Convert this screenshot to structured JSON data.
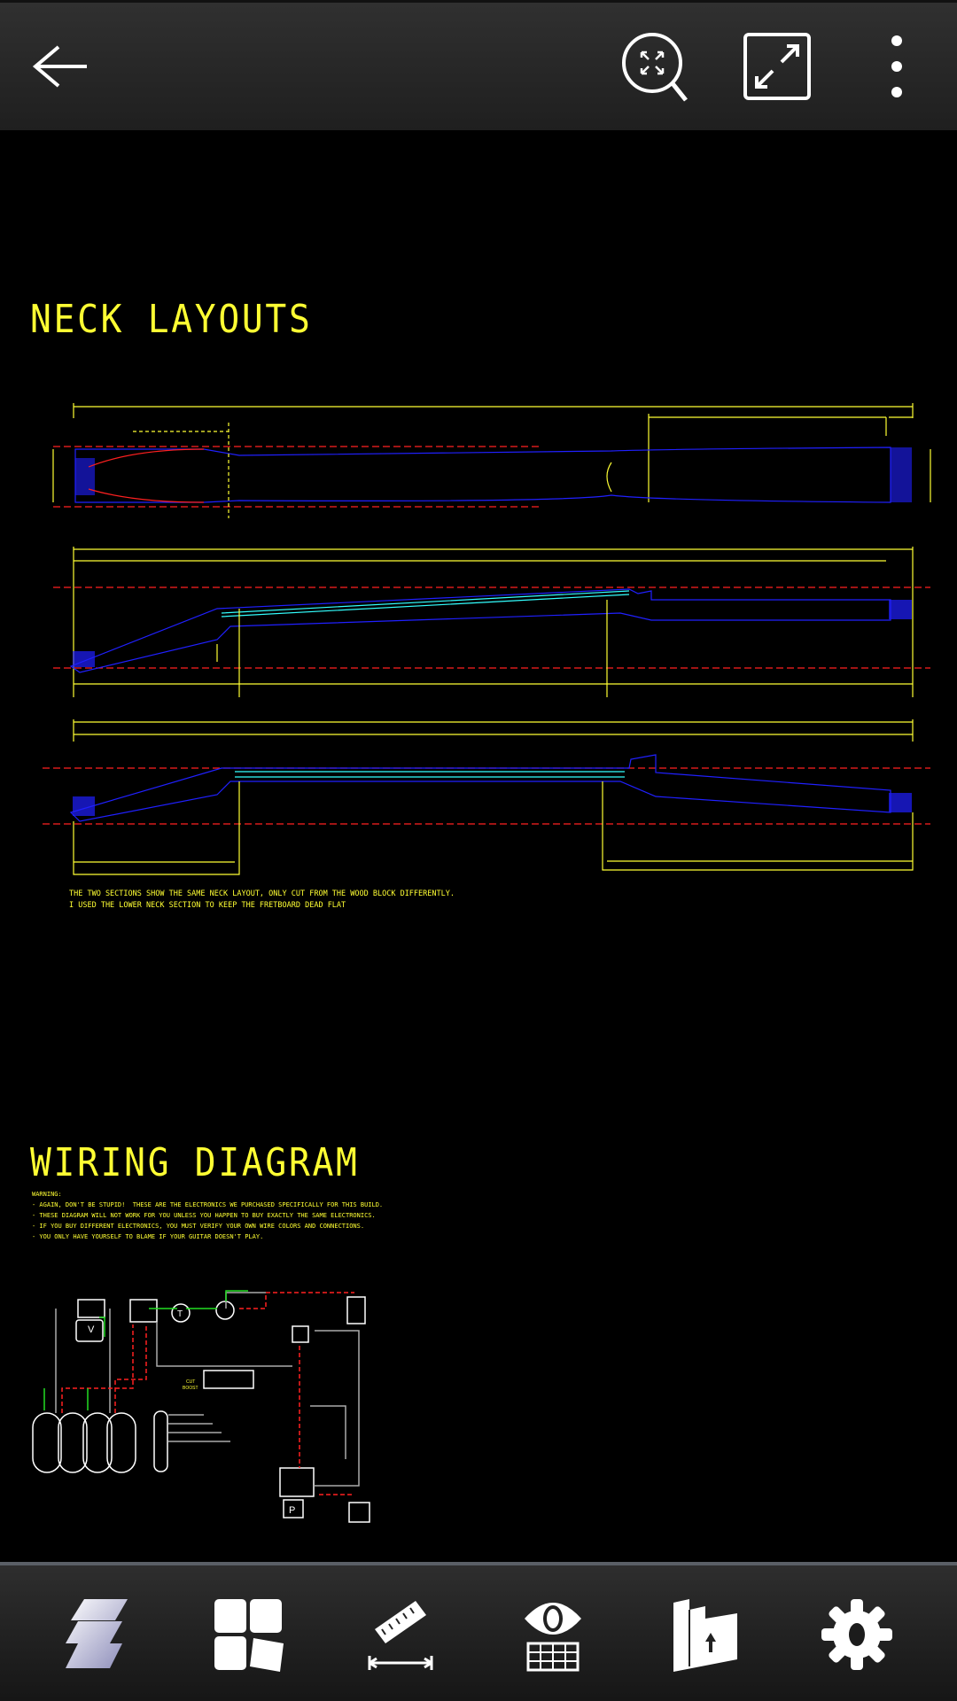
{
  "toolbar": {
    "back": "back-arrow-icon",
    "zoom_extents": "zoom-extents-icon",
    "fullscreen": "fullscreen-icon",
    "menu": "more-vert-icon"
  },
  "drawing": {
    "neck_title": "NECK LAYOUTS",
    "neck_notes": [
      "THE TWO SECTIONS SHOW THE SAME NECK LAYOUT, ONLY CUT FROM THE WOOD BLOCK DIFFERENTLY.",
      "I USED THE LOWER NECK SECTION TO KEEP THE FRETBOARD DEAD FLAT"
    ],
    "wiring_title": "WIRING DIAGRAM",
    "warning": [
      "WARNING:",
      "- AGAIN, DON'T BE STUPID!  THESE ARE THE ELECTRONICS WE PURCHASED SPECIFICALLY FOR THIS BUILD.",
      "- THESE DIAGRAM WILL NOT WORK FOR YOU UNLESS YOU HAPPEN TO BUY EXACTLY THE SAME ELECTRONICS.",
      "- IF YOU BUY DIFFERENT ELECTRONICS, YOU MUST VERIFY YOUR OWN WIRE COLORS AND CONNECTIONS.",
      "- YOU ONLY HAVE YOURSELF TO BLAME IF YOUR GUITAR DOESN'T PLAY."
    ],
    "wiring_labels": {
      "volume": "V",
      "tone": "T",
      "preamp": "P",
      "cut": "CUT",
      "boost": "BOOST"
    },
    "colors": {
      "text": "#ffff33",
      "outline": "#2020ff",
      "centerline": "#ff2020",
      "fret": "#33ffff",
      "wire_green": "#22dd22"
    }
  },
  "bottombar": {
    "items": [
      "layers-icon",
      "layouts-icon",
      "measure-icon",
      "view-icon",
      "export-icon",
      "settings-icon"
    ]
  }
}
